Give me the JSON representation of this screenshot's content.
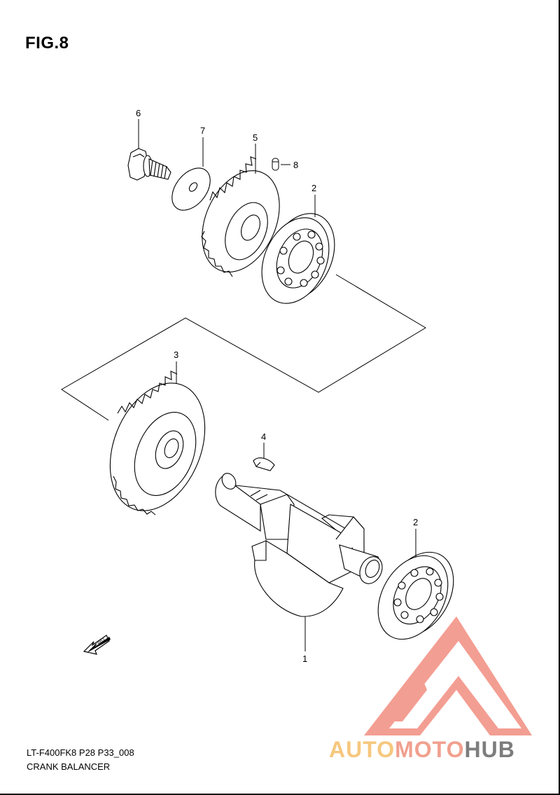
{
  "figure": {
    "title": "FIG.8",
    "code": "LT-F400FK8 P28 P33_008",
    "name": "CRANK BALANCER"
  },
  "callouts": [
    {
      "id": "1",
      "text": "1"
    },
    {
      "id": "2a",
      "text": "2"
    },
    {
      "id": "2b",
      "text": "2"
    },
    {
      "id": "3",
      "text": "3"
    },
    {
      "id": "4",
      "text": "4"
    },
    {
      "id": "5",
      "text": "5"
    },
    {
      "id": "6",
      "text": "6"
    },
    {
      "id": "7",
      "text": "7"
    },
    {
      "id": "8",
      "text": "8"
    }
  ],
  "fwd_label": "FWD",
  "watermark": {
    "part1": "AUTO",
    "part2": "MOTO",
    "part3": "HUB",
    "color_logo": "#f28e80"
  }
}
